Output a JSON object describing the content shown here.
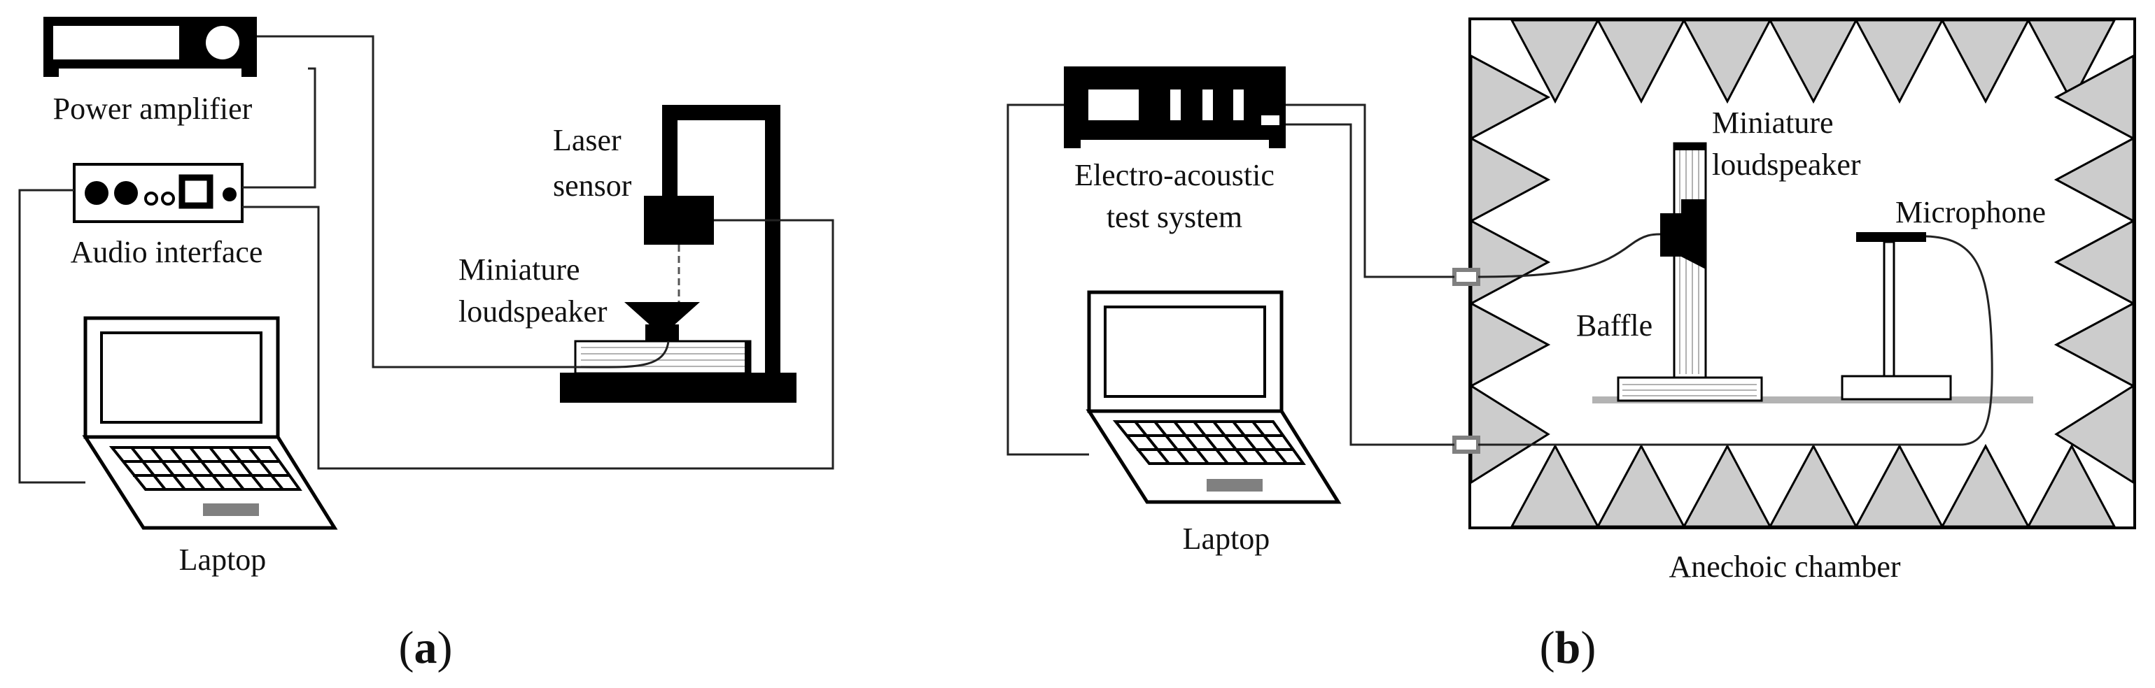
{
  "panel_a": {
    "power_amplifier": "Power amplifier",
    "audio_interface": "Audio interface",
    "laptop": "Laptop",
    "laser_sensor_line1": "Laser",
    "laser_sensor_line2": "sensor",
    "loudspeaker_line1": "Miniature",
    "loudspeaker_line2": "loudspeaker",
    "caption_open": "(",
    "caption_letter": "a",
    "caption_close": ")"
  },
  "panel_b": {
    "test_system_line1": "Electro-acoustic",
    "test_system_line2": "test system",
    "laptop": "Laptop",
    "loudspeaker_line1": "Miniature",
    "loudspeaker_line2": "loudspeaker",
    "microphone": "Microphone",
    "baffle": "Baffle",
    "chamber": "Anechoic chamber",
    "caption_open": "(",
    "caption_letter": "b",
    "caption_close": ")"
  },
  "colors": {
    "ink": "#000000",
    "wedge_fill": "#cccccc",
    "floor": "#b3b3b3",
    "connector": "#808080"
  }
}
